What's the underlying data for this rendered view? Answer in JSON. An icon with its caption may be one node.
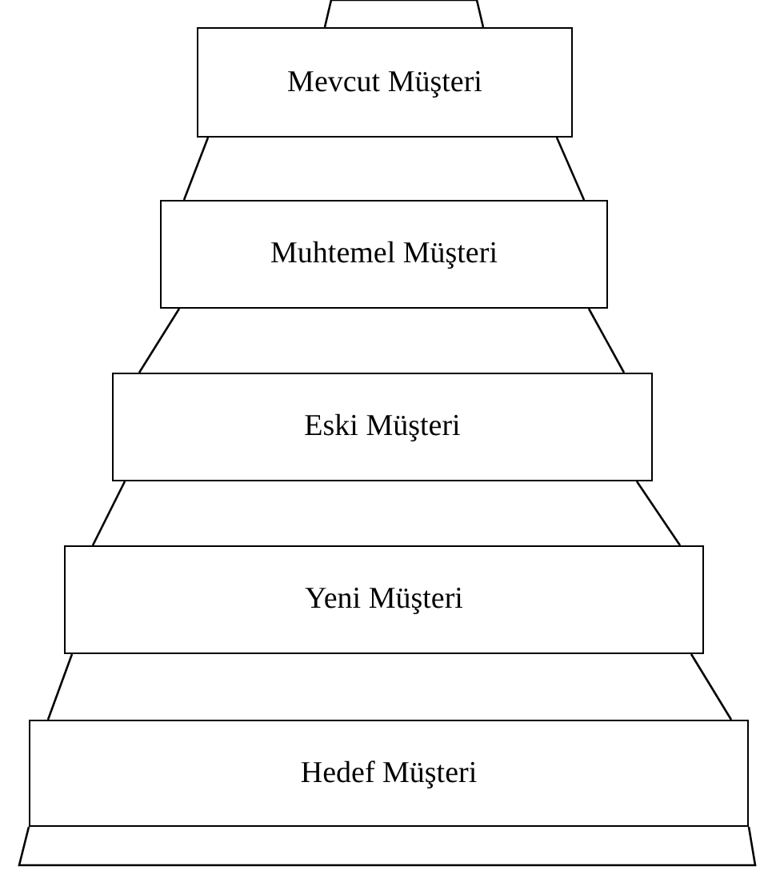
{
  "diagram": {
    "nodes": [
      {
        "text": [
          "Mevcut Müşteri"
        ]
      },
      {
        "text": [
          "Muhtemel Müşteri"
        ]
      },
      {
        "text": [
          "Eski Müşteri"
        ]
      },
      {
        "text": [
          "Yeni Müşteri"
        ]
      },
      {
        "text": [
          "Hedef Müşteri"
        ]
      }
    ]
  }
}
